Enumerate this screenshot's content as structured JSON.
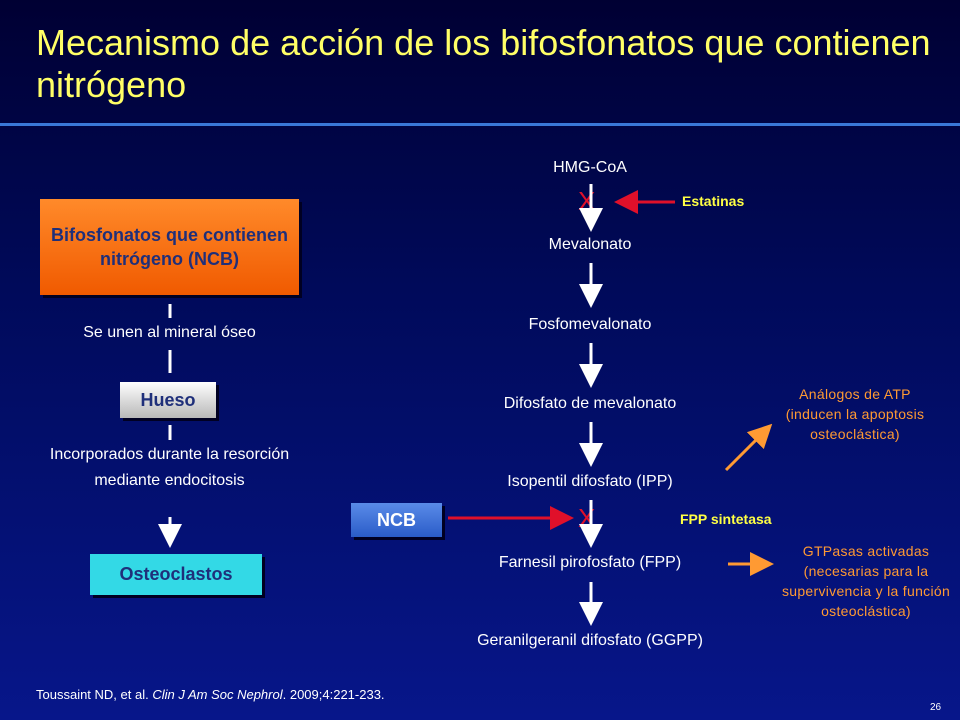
{
  "title": "Mecanismo de acción de los bifosfonatos que contienen nitrógeno",
  "left_column": {
    "ncb_box": "Bifosfonatos que contienen nitrógeno (NCB)",
    "step1": "Se unen al mineral óseo",
    "bone_box": "Hueso",
    "step2": "Incorporados durante la resorción mediante endocitosis",
    "osteoclasts_box": "Osteoclastos"
  },
  "pathway": {
    "hmg_coa": "HMG-CoA",
    "mevalonato": "Mevalonato",
    "fosfomevalonato": "Fosfomevalonato",
    "difosfato": "Difosfato de mevalonato",
    "ipp": "Isopentil difosfato (IPP)",
    "fpp": "Farnesil pirofosfato (FPP)",
    "ggpp": "Geranilgeranil difosfato (GGPP)",
    "block_mark": "X"
  },
  "inhibitors": {
    "estatinas": "Estatinas",
    "ncb": "NCB",
    "fpp_sintetasa": "FPP sintetasa"
  },
  "annotations": {
    "atp_analogs": "Análogos de ATP (inducen la apoptosis osteoclástica)",
    "gtpases": "GTPasas activadas (necesarias para la supervivencia y la función osteoclástica)"
  },
  "citation": {
    "authors": "Toussaint ND, et al. ",
    "journal": "Clin J Am Soc Nephrol",
    "details": ". 2009;4:221-233."
  },
  "page_number": "26",
  "colors": {
    "title": "#ffff66",
    "orange_box": "#f05a00",
    "annotation": "#ff9a33",
    "inhibitor_arrow": "#e0102a",
    "pathway_arrow": "#ffffff"
  }
}
